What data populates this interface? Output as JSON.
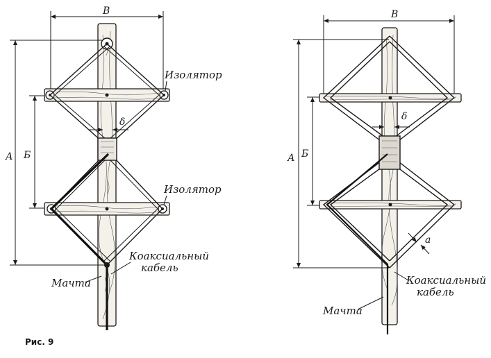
{
  "figure_caption": "Рис. 9",
  "left_figure": {
    "dim_width": "В",
    "dim_height": "А",
    "dim_inner": "Б",
    "dim_gap": "δ",
    "insulator_top": "Изолятор",
    "insulator_bottom": "Изолятор",
    "cable_line1": "Коаксиальный",
    "cable_line2": "кабель",
    "mast": "Мачта"
  },
  "right_figure": {
    "dim_width": "В",
    "dim_height": "А",
    "dim_inner": "Б",
    "dim_gap": "δ",
    "dim_conductor": "a",
    "cable_line1": "Коаксиальный",
    "cable_line2": "кабель",
    "mast": "Мачта"
  }
}
